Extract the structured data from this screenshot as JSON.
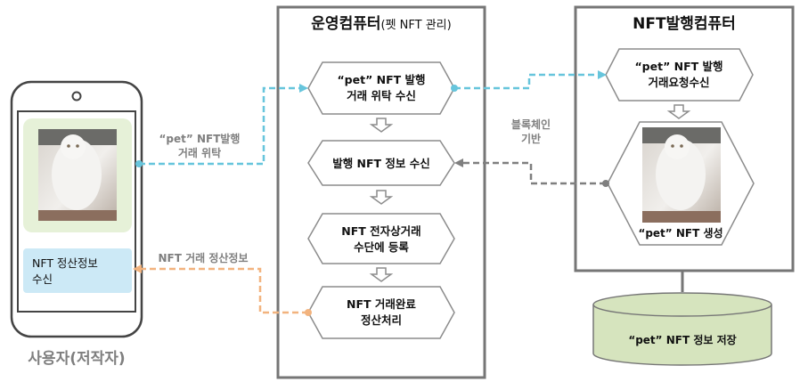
{
  "phone": {
    "user_label": "사용자(저작자)",
    "settlement_box": [
      "NFT 정산정보",
      "수신"
    ]
  },
  "operation_computer": {
    "title_main": "운영컴퓨터",
    "title_sub": "(펫 NFT 관리)",
    "steps": [
      {
        "lines": [
          "“pet” NFT 발행",
          "거래 위탁 수신"
        ]
      },
      {
        "lines": [
          "발행 NFT 정보 수신"
        ]
      },
      {
        "lines": [
          "NFT 전자상거래",
          "수단에 등록"
        ]
      },
      {
        "lines": [
          "NFT 거래완료",
          "정산처리"
        ]
      }
    ]
  },
  "nft_computer": {
    "title": "NFT발행컴퓨터",
    "request_box": [
      "“pet” NFT 발행",
      "거래요청수신"
    ],
    "creation_label": "“pet” NFT 생성"
  },
  "database": {
    "label": "“pet” NFT 정보 저장"
  },
  "arrows": {
    "consign_label": [
      "“pet” NFT발행",
      "거래 위탁"
    ],
    "blockchain_label": [
      "블록체인",
      "기반"
    ],
    "settlement_label": "NFT 거래 정산정보"
  },
  "colors": {
    "blue_arrow": "#67c5dc",
    "gray_arrow": "#7f7f7f",
    "orange_arrow": "#f2b37e",
    "box_border": "#767676",
    "phone_green": "#e6f1d8",
    "phone_blue": "#cce9f6",
    "db_fill": "#d6e4be"
  }
}
